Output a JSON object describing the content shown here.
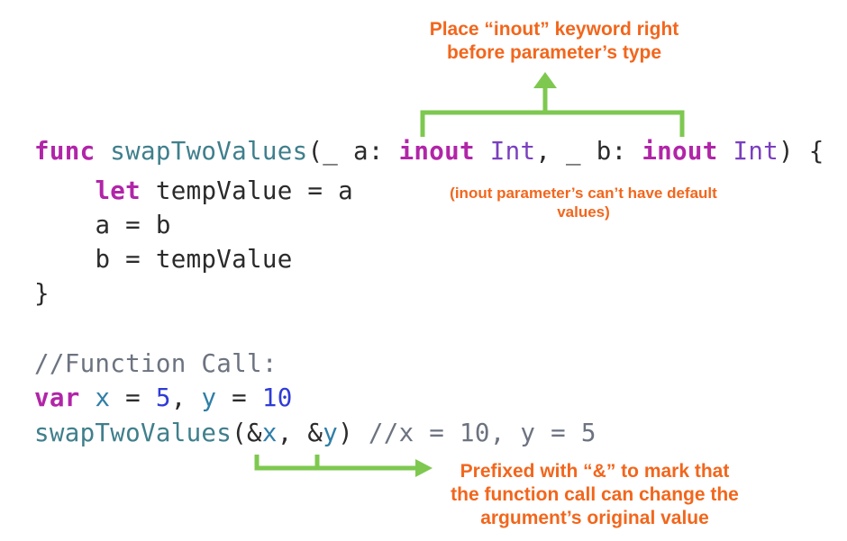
{
  "code": {
    "line1": {
      "kw_func": "func",
      "fn_name": "swapTwoValues",
      "open": "(_ a: ",
      "kw_inout1": "inout",
      "type1": "Int",
      "mid": ", _ b: ",
      "kw_inout2": "inout",
      "type2": "Int",
      "close": ") {"
    },
    "line2": {
      "kw_let": "let",
      "rest": " tempValue = a"
    },
    "line3": "a = b",
    "line4": "b = tempValue",
    "line5": "}",
    "line6": "//Function Call:",
    "line7": {
      "kw_var": "var",
      "x": "x",
      "eq1": " = ",
      "n5": "5",
      "sep": ", ",
      "y": "y",
      "eq2": " = ",
      "n10": "10"
    },
    "line8": {
      "fn_name": "swapTwoValues",
      "open": "(&",
      "x": "x",
      "sep": ", &",
      "y": "y",
      "close": ")",
      "comment": " //x = 10, y = 5"
    }
  },
  "annotations": {
    "inout_keyword": "Place “inout” keyword right before parameter’s type",
    "inout_keyword_line1": "Place “inout” keyword right",
    "inout_keyword_line2": "before parameter’s type",
    "default_values_line1": "(inout parameter’s can’t have default",
    "default_values_line2": "values)",
    "ampersand_line1": "Prefixed with “&” to mark that",
    "ampersand_line2": "the function call can change the",
    "ampersand_line3": "argument’s original value"
  },
  "colors": {
    "annotation_text": "#f2661c",
    "bracket": "#7ec850",
    "keyword": "#b125a8",
    "function_name": "#3f7f8c",
    "type": "#7a3fbf",
    "number": "#2f3bd6",
    "comment": "#6c7380"
  }
}
